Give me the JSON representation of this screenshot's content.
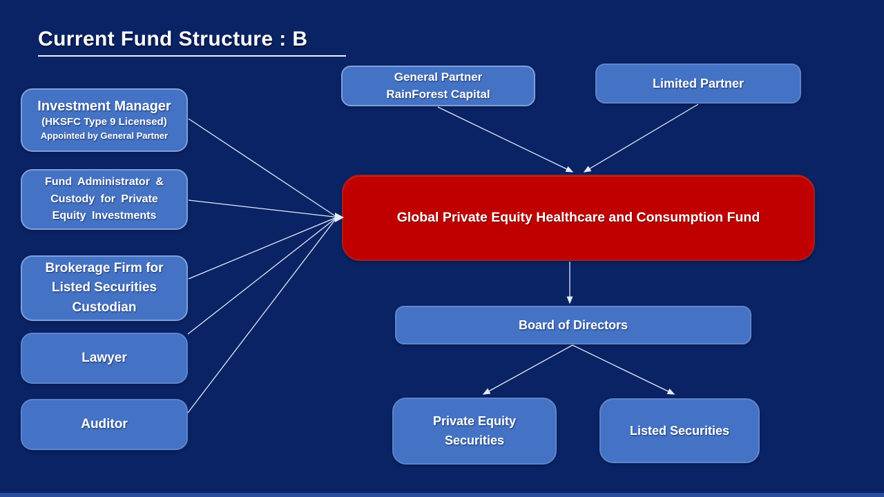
{
  "slide": {
    "title": "Current Fund Structure : B"
  },
  "colors": {
    "background": "#0A2365",
    "node_fill": "#4472C4",
    "node_border": "#7FA0DB",
    "fund_fill": "#C00000",
    "fund_border": "#A42020",
    "connector": "#E4ECF8",
    "text": "#FFFFFF"
  },
  "nodes": {
    "investment_manager": {
      "line1": "Investment Manager",
      "line2": "(HKSFC Type 9 Licensed)",
      "line3": "Appointed by General Partner"
    },
    "fund_admin": {
      "line1": "Fund Administrator &",
      "line2": "Custody for Private",
      "line3": "Equity Investments"
    },
    "brokerage": {
      "line1": "Brokerage Firm for",
      "line2": "Listed Securities",
      "line3": "Custodian"
    },
    "lawyer": {
      "label": "Lawyer"
    },
    "auditor": {
      "label": "Auditor"
    },
    "general_partner": {
      "line1": "General Partner",
      "line2": "RainForest Capital"
    },
    "limited_partner": {
      "label": "Limited Partner"
    },
    "fund": {
      "label": "Global Private Equity Healthcare and Consumption Fund"
    },
    "board": {
      "label": "Board of Directors"
    },
    "pe_securities": {
      "line1": "Private Equity",
      "line2": "Securities"
    },
    "listed_securities": {
      "label": "Listed Securities"
    }
  },
  "edges": [
    {
      "from": "investment_manager",
      "to": "fund"
    },
    {
      "from": "fund_admin",
      "to": "fund"
    },
    {
      "from": "brokerage",
      "to": "fund"
    },
    {
      "from": "lawyer",
      "to": "fund"
    },
    {
      "from": "auditor",
      "to": "fund"
    },
    {
      "from": "general_partner",
      "to": "fund"
    },
    {
      "from": "limited_partner",
      "to": "fund"
    },
    {
      "from": "fund",
      "to": "board"
    },
    {
      "from": "board",
      "to": "pe_securities"
    },
    {
      "from": "board",
      "to": "listed_securities"
    }
  ]
}
